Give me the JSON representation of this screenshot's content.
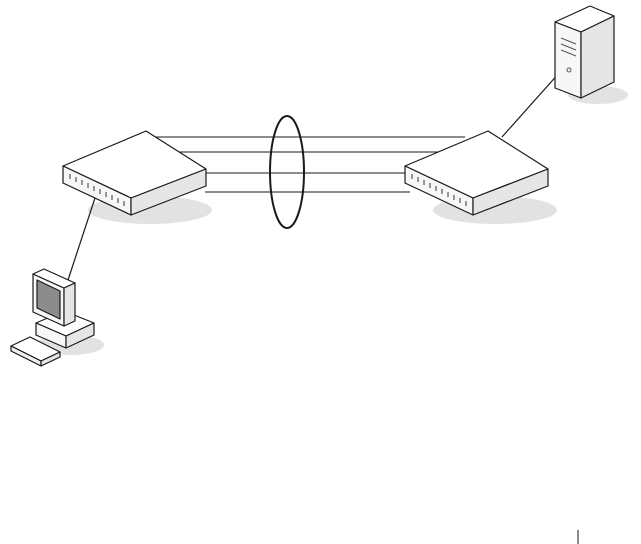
{
  "diagram": {
    "description_nodes": [
      {
        "id": "switch-left",
        "kind": "switch"
      },
      {
        "id": "switch-right",
        "kind": "switch"
      },
      {
        "id": "server",
        "kind": "server"
      },
      {
        "id": "workstation",
        "kind": "workstation"
      }
    ],
    "links": [
      {
        "from": "workstation",
        "to": "switch-left"
      },
      {
        "from": "switch-right",
        "to": "server"
      },
      {
        "from": "switch-left",
        "to": "switch-right",
        "count": 4,
        "aggregated": true
      }
    ],
    "colors": {
      "stroke": "#1a1a1a",
      "device_top": "#ffffff",
      "device_side": "#e6e6e6",
      "device_front": "#f7f7f7",
      "shadow": "#e2e2e2",
      "screen": "#8c8c8c"
    },
    "icons": [
      "switch-icon",
      "server-icon",
      "workstation-icon"
    ]
  }
}
